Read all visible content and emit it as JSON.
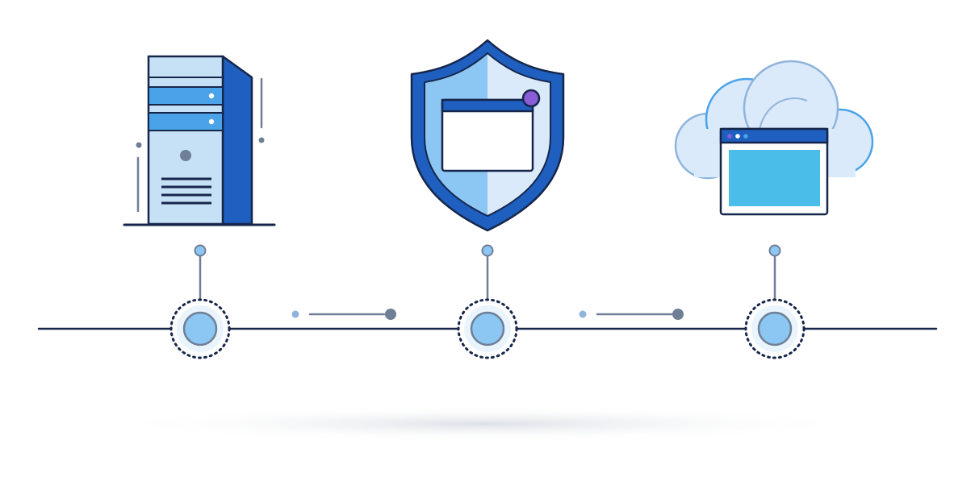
{
  "diagram": {
    "nodes": [
      {
        "id": "server",
        "icon": "server-tower-icon"
      },
      {
        "id": "security",
        "icon": "shield-window-icon"
      },
      {
        "id": "cloud",
        "icon": "cloud-window-icon"
      }
    ],
    "connectors": [
      {
        "from": "server",
        "to": "security"
      },
      {
        "from": "security",
        "to": "cloud"
      }
    ]
  },
  "colors": {
    "navy": "#16264a",
    "primary_blue": "#1f5fc0",
    "mid_blue": "#4aa3e8",
    "light_blue": "#c6e0f5",
    "pale_blue": "#dbeafa",
    "node_fill": "#8cc6f2",
    "connector_grey": "#6f7f96",
    "accent_purple": "#8a5cd6",
    "cloud_outline": "#8fb4dc"
  }
}
